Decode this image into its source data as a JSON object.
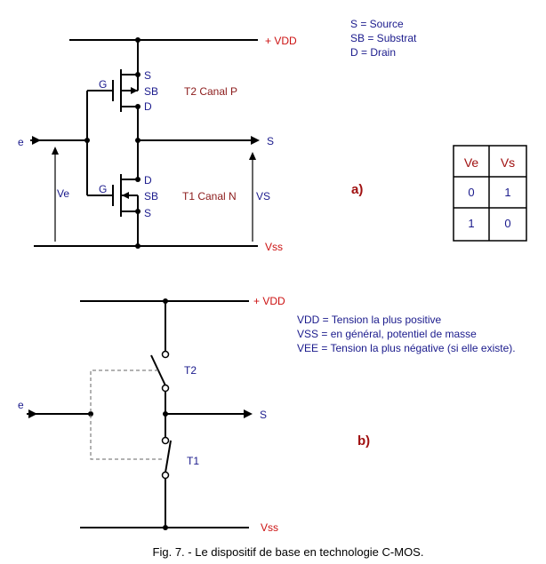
{
  "legend_top": {
    "line1": "S = Source",
    "line2": "SB = Substrat",
    "line3": "D = Drain"
  },
  "legend_bottom": {
    "line1": "VDD = Tension la plus positive",
    "line2": "VSS = en général, potentiel de masse",
    "line3": "VEE = Tension la plus négative (si elle existe)."
  },
  "circuit_a": {
    "vdd": "+ VDD",
    "vss": "Vss",
    "input": "e",
    "output": "S",
    "ve": "Ve",
    "vs": "VS",
    "t2_label": "T2  Canal  P",
    "t1_label": "T1  Canal  N",
    "pin_g": "G",
    "pin_s": "S",
    "pin_sb": "SB",
    "pin_d": "D",
    "tag": "a)"
  },
  "circuit_b": {
    "vdd": "+ VDD",
    "vss": "Vss",
    "input": "e",
    "output": "S",
    "t2": "T2",
    "t1": "T1",
    "tag": "b)"
  },
  "truth_table": {
    "headers": [
      "Ve",
      "Vs"
    ],
    "rows": [
      [
        "0",
        "1"
      ],
      [
        "1",
        "0"
      ]
    ]
  },
  "caption": "Fig. 7. - Le dispositif de base en technologie C-MOS."
}
